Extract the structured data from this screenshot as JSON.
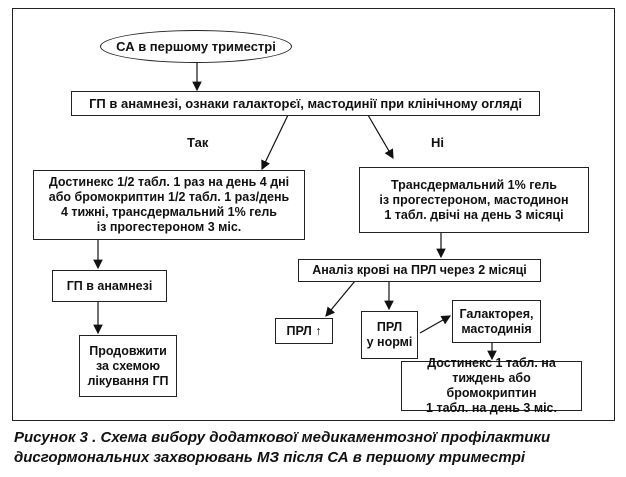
{
  "start": "СА в першому триместрі",
  "step_history": "ГП в анамнезі, ознаки галакторєї, мастодинії при клінічному огляді",
  "label_yes": "Так",
  "label_no": "Ні",
  "box_yes_lines": [
    "Достинекс 1/2 табл. 1 раз на день 4 дні",
    "або бромокриптин 1/2 табл. 1 раз/день",
    "4 тижні, трансдермальний 1% гель",
    "із прогестероном 3 міс."
  ],
  "box_no_lines": [
    "Трансдермальний  1% гель",
    "із прогестероном, мастодинон",
    "1 табл. двічі на день 3 місяці"
  ],
  "box_gp": "ГП в анамнезі",
  "box_continue_lines": [
    "Продовжити",
    "за схемою",
    "лікування ГП"
  ],
  "box_analysis": "Аналіз крові на ПРЛ через 2 місяці",
  "box_prl_high": "ПРЛ ↑",
  "box_prl_normal_lines": [
    "ПРЛ",
    "у нормі"
  ],
  "box_galact_lines": [
    "Галакторея,",
    "мастодинія"
  ],
  "box_final_lines": [
    "Достинекс 1 табл. на",
    "тиждень або бромокриптин",
    "1 табл. на день 3 міс."
  ],
  "caption_lines": [
    "Рисунок 3 . Схема вибору додаткової медикаментозної профілактики",
    "дисгормональних захворювань МЗ після СА в першому триместрі"
  ]
}
